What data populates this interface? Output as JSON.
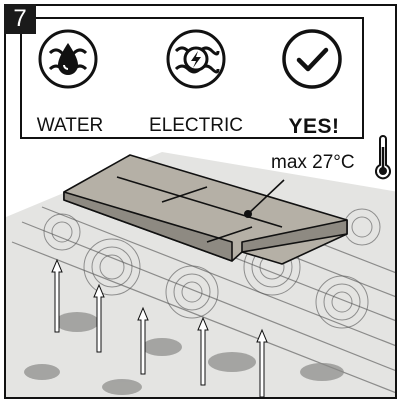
{
  "step": {
    "number": "7"
  },
  "legend": {
    "items": [
      {
        "label": "WATER",
        "icon": "water-drop-icon"
      },
      {
        "label": "ELECTRIC",
        "icon": "electric-bolt-icon"
      },
      {
        "label": "YES!",
        "icon": "checkmark-icon"
      }
    ]
  },
  "annotation": {
    "max_temperature": "max 27°C",
    "icon": "thermometer-icon"
  },
  "colors": {
    "outline": "#111111",
    "board": "#b5b0a6",
    "floor_dark": "#8a8a88",
    "floor_light": "#c9c9c7",
    "heat_arrow": "#ffffff"
  }
}
